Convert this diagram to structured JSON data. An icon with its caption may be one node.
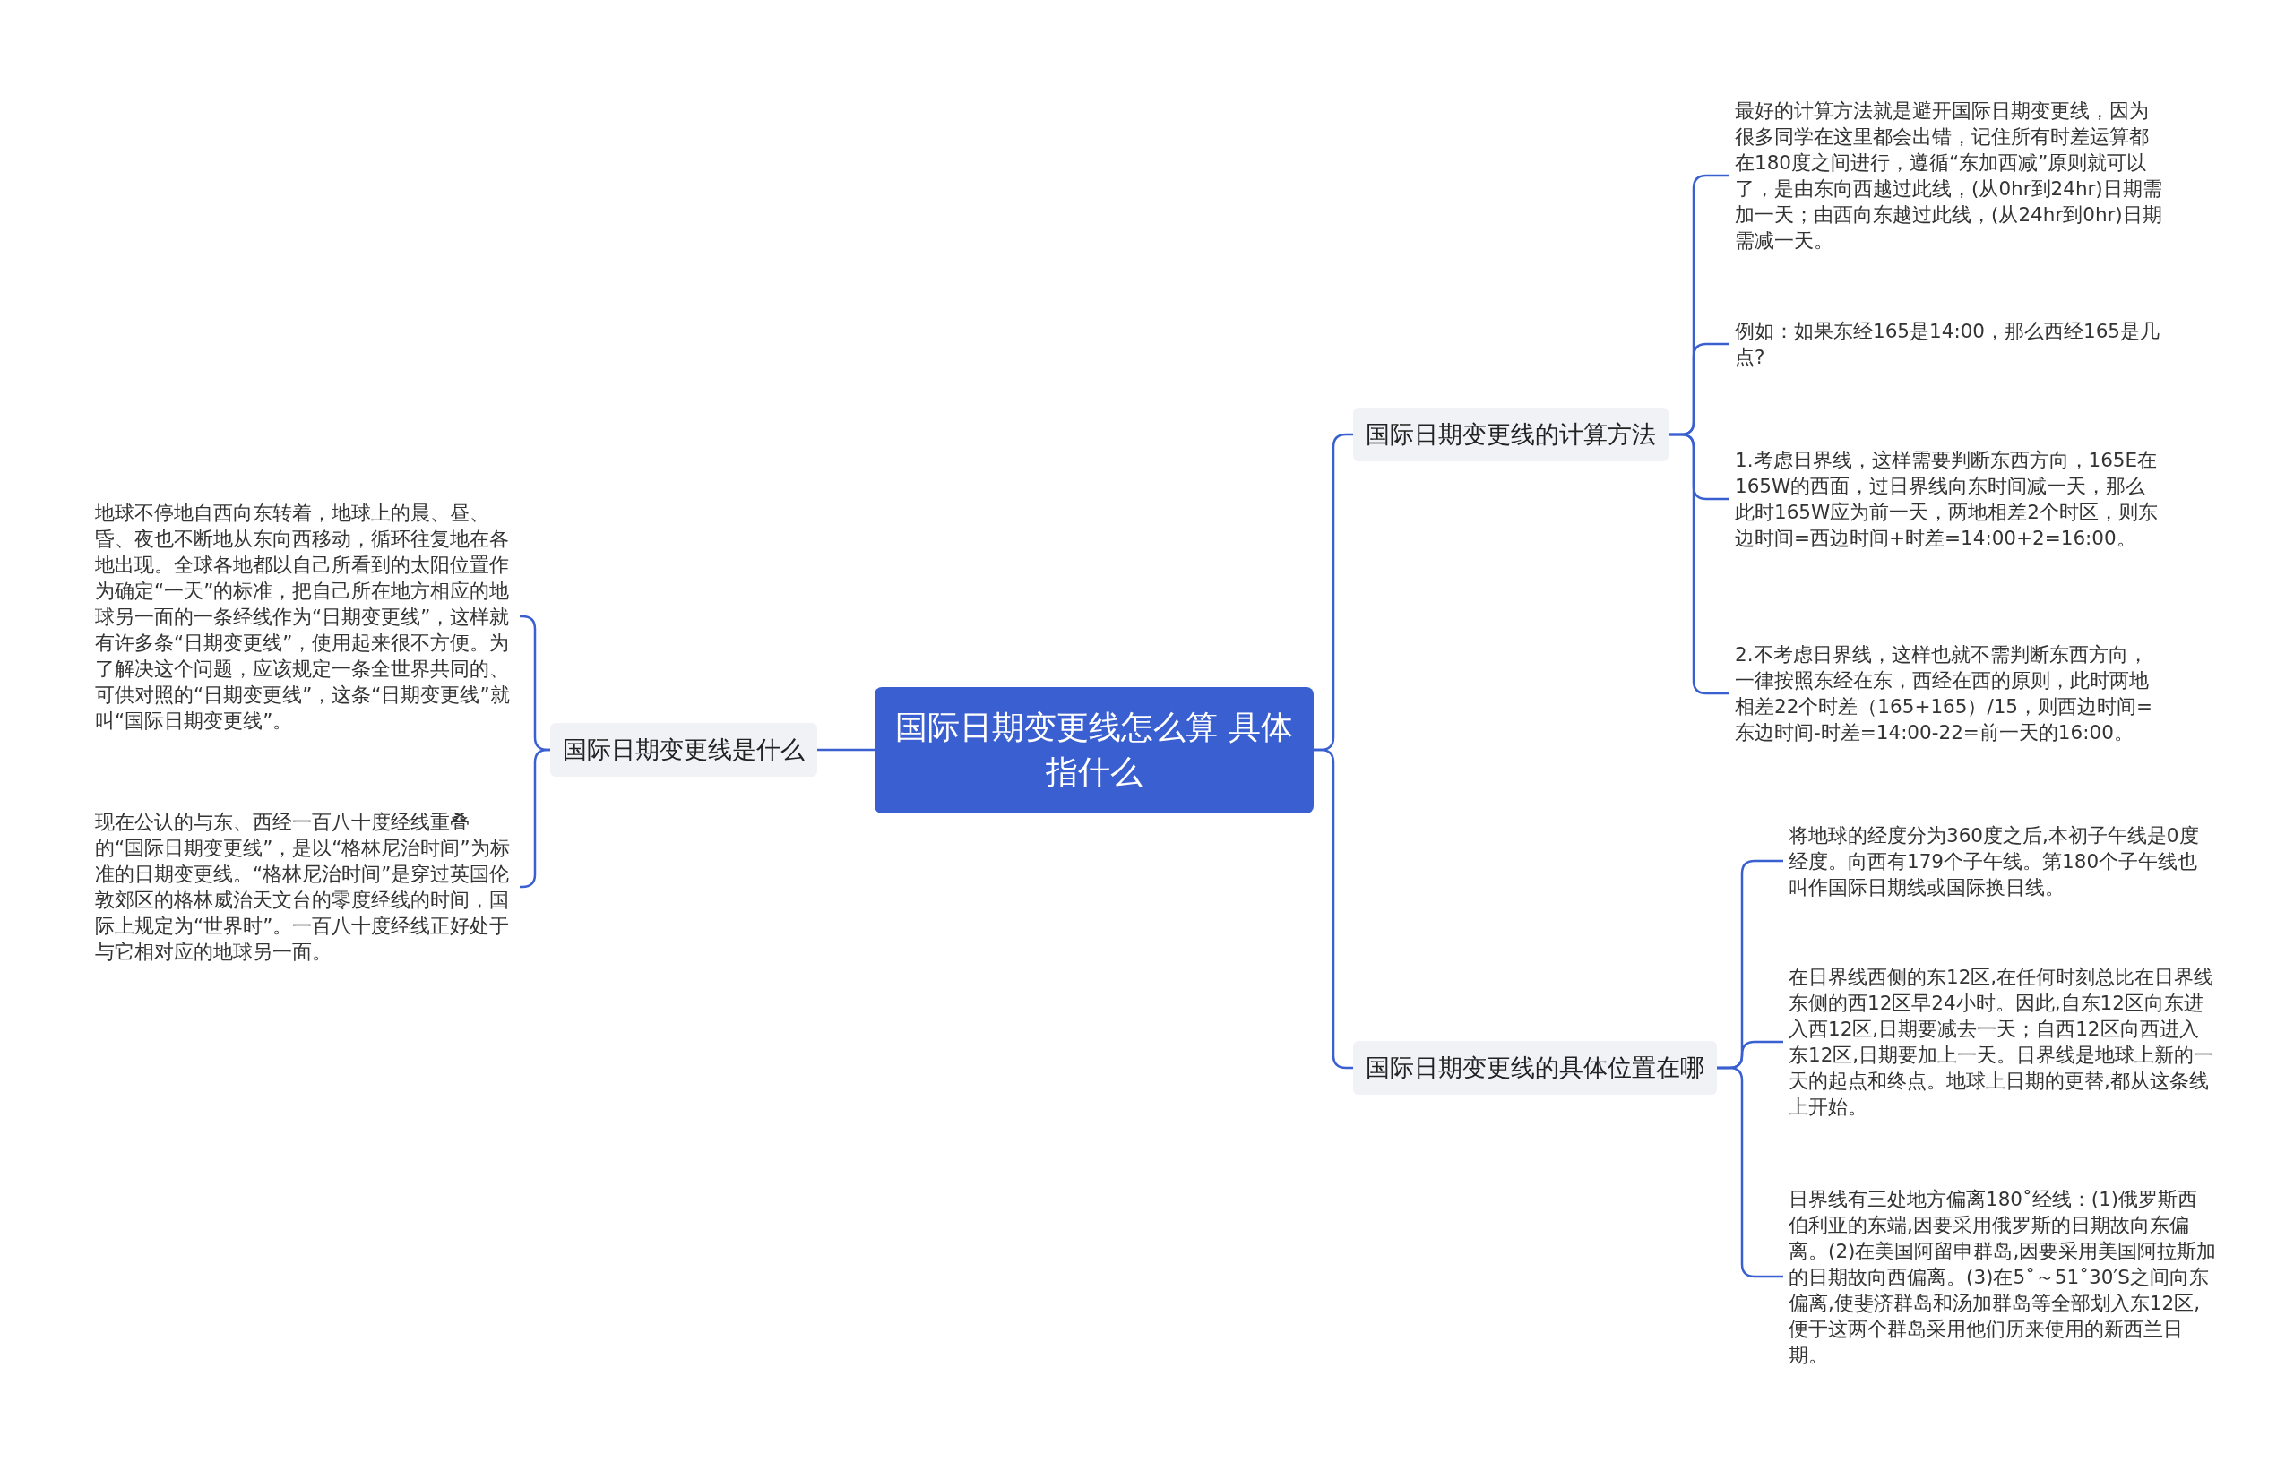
{
  "diagram": {
    "nodes": [
      {
        "text": [
          "国际日期变更线怎么算 具体指什么"
        ]
      },
      {
        "text": [
          "国际日期变更线是什么"
        ]
      },
      {
        "text": [
          "地球不停地自西向东转着，地球上的晨、昼、昏、夜也不断地从东向西移动，循环往复地在各地出现。全球各地都以自己所看到的太阳位置作为确定“一天”的标准，把自己所在地方相应的地球另一面的一条经线作为“日期变更线”，这样就有许多条“日期变更线”，使用起来很不方便。为了解决这个问题，应该规定一条全世界共同的、可供对照的“日期变更线”，这条“日期变更线”就叫“国际日期变更线”。"
        ]
      },
      {
        "text": [
          "现在公认的与东、西经一百八十度经线重叠的“国际日期变更线”，是以“格林尼治时间”为标准的日期变更线。“格林尼治时间”是穿过英国伦敦郊区的格林威治天文台的零度经线的时间，国际上规定为“世界时”。一百八十度经线正好处于与它相对应的地球另一面。"
        ]
      },
      {
        "text": [
          "国际日期变更线的计算方法"
        ]
      },
      {
        "text": [
          "最好的计算方法就是避开国际日期变更线，因为很多同学在这里都会出错，记住所有时差运算都在180度之间进行，遵循“东加西减”原则就可以了，是由东向西越过此线，(从0hr到24hr)日期需加一天；由西向东越过此线，(从24hr到0hr)日期需减一天。"
        ]
      },
      {
        "text": [
          "例如：如果东经165是14:00，那么西经165是几点?"
        ]
      },
      {
        "text": [
          "1.考虑日界线，这样需要判断东西方向，165E在165W的西面，过日界线向东时间减一天，那么此时165W应为前一天，两地相差2个时区，则东边时间=西边时间+时差=14:00+2=16:00。"
        ]
      },
      {
        "text": [
          "2.不考虑日界线，这样也就不需判断东西方向，一律按照东经在东，西经在西的原则，此时两地相差22个时差（165+165）/15，则西边时间=东边时间-时差=14:00-22=前一天的16:00。"
        ]
      },
      {
        "text": [
          "国际日期变更线的具体位置在哪"
        ]
      },
      {
        "text": [
          "将地球的经度分为360度之后,本初子午线是0度经度。向西有179个子午线。第180个子午线也叫作国际日期线或国际换日线。"
        ]
      },
      {
        "text": [
          "在日界线西侧的东12区,在任何时刻总比在日界线东侧的西12区早24小时。因此,自东12区向东进入西12区,日期要减去一天；自西12区向西进入东12区,日期要加上一天。日界线是地球上新的一天的起点和终点。地球上日期的更替,都从这条线上开始。"
        ]
      },
      {
        "text": [
          "日界线有三处地方偏离180˚经线：(1)俄罗斯西伯利亚的东端,因要采用俄罗斯的日期故向东偏离。(2)在美国阿留申群岛,因要采用美国阿拉斯加的日期故向西偏离。(3)在5˚～51˚30′S之间向东偏离,使斐济群岛和汤加群岛等全部划入东12区,便于这两个群岛采用他们历来使用的新西兰日期。"
        ]
      }
    ],
    "edges": [
      {
        "from": 0,
        "to": 1,
        "arrow": "none"
      },
      {
        "from": 1,
        "to": 2,
        "arrow": "none"
      },
      {
        "from": 1,
        "to": 3,
        "arrow": "none"
      },
      {
        "from": 0,
        "to": 4,
        "arrow": "none"
      },
      {
        "from": 4,
        "to": 5,
        "arrow": "none"
      },
      {
        "from": 4,
        "to": 6,
        "arrow": "none"
      },
      {
        "from": 4,
        "to": 7,
        "arrow": "none"
      },
      {
        "from": 4,
        "to": 8,
        "arrow": "none"
      },
      {
        "from": 0,
        "to": 9,
        "arrow": "none"
      },
      {
        "from": 9,
        "to": 10,
        "arrow": "none"
      },
      {
        "from": 9,
        "to": 11,
        "arrow": "none"
      },
      {
        "from": 9,
        "to": 12,
        "arrow": "none"
      }
    ]
  }
}
